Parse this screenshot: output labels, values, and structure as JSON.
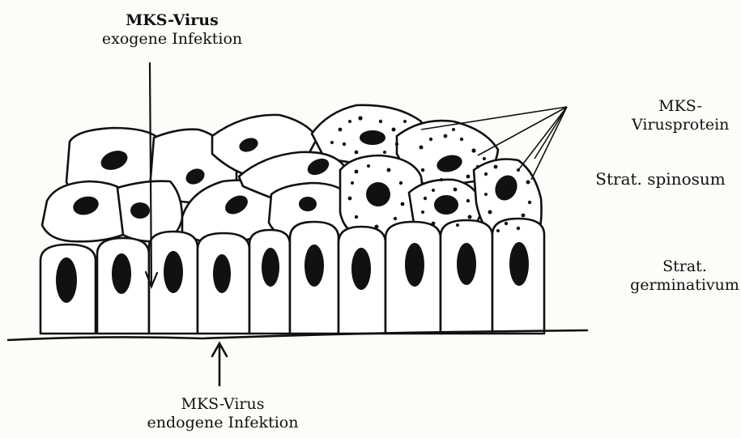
{
  "labels": {
    "exogenous": {
      "line1": "MKS-Virus",
      "line2": "exogene Infektion"
    },
    "endogenous": {
      "line1": "MKS-Virus",
      "line2": "endogene Infektion"
    },
    "virus_protein": {
      "line1": "MKS-",
      "line2": "Virusprotein"
    },
    "stratum_spinosum": "Strat. spinosum",
    "stratum_germinativum": {
      "line1": "Strat.",
      "line2": "germinativum"
    }
  },
  "colors": {
    "ink": "#111111",
    "paper": "#fdfcf9"
  }
}
